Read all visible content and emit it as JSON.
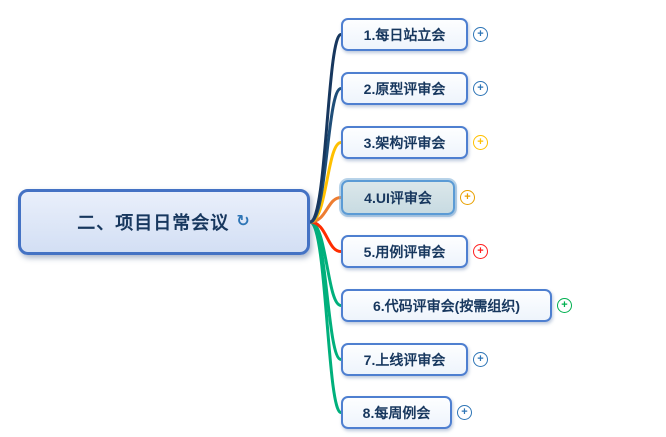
{
  "root": {
    "label": "二、项目日常会议"
  },
  "icons": {
    "cycle": "↻",
    "plus": "+"
  },
  "children": [
    {
      "label": "1.每日站立会",
      "branch_color": "#17375e",
      "plus_color": "#2e75b6"
    },
    {
      "label": "2.原型评审会",
      "branch_color": "#1f4e79",
      "plus_color": "#2e75b6"
    },
    {
      "label": "3.架构评审会",
      "branch_color": "#ffc000",
      "plus_color": "#ffc000"
    },
    {
      "label": "4.UI评审会",
      "branch_color": "#ed7d31",
      "plus_color": "#e8a000",
      "selected": "true"
    },
    {
      "label": "5.用例评审会",
      "branch_color": "#ff2d00",
      "plus_color": "#ff1f1f"
    },
    {
      "label": "6.代码评审会(按需组织)",
      "branch_color": "#00b07c",
      "plus_color": "#00b050"
    },
    {
      "label": "7.上线评审会",
      "branch_color": "#00b07c",
      "plus_color": "#2e75b6"
    },
    {
      "label": "8.每周例会",
      "branch_color": "#00b07c",
      "plus_color": "#2e75b6"
    }
  ]
}
